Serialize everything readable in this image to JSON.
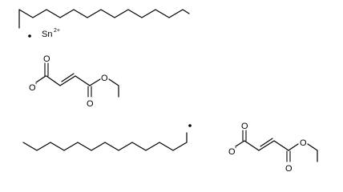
{
  "structure": {
    "tin": {
      "symbol": "Sn",
      "charge": "2+"
    },
    "oxygen": {
      "symbol": "O",
      "anion_charge": "-"
    },
    "fragments": [
      {
        "kind": "dodecyl-radical"
      },
      {
        "kind": "dodecyl-radical"
      },
      {
        "kind": "ethyl-fumarate-anion"
      },
      {
        "kind": "ethyl-fumarate-anion"
      }
    ]
  },
  "colors": {
    "bond": "#000000",
    "background": "#ffffff"
  }
}
